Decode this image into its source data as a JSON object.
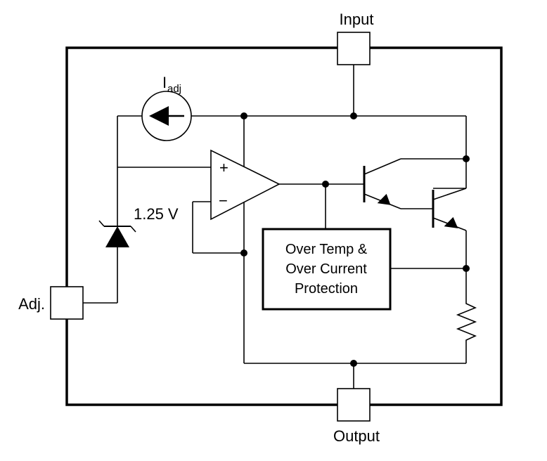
{
  "pins": {
    "input": "Input",
    "output": "Output",
    "adj": "Adj."
  },
  "current_source": {
    "label_main": "I",
    "label_sub": "adj"
  },
  "reference": {
    "label": "1.25 V"
  },
  "opamp": {
    "plus": "+",
    "minus": "−"
  },
  "protection": {
    "line1": "Over Temp &",
    "line2": "Over Current",
    "line3": "Protection"
  }
}
